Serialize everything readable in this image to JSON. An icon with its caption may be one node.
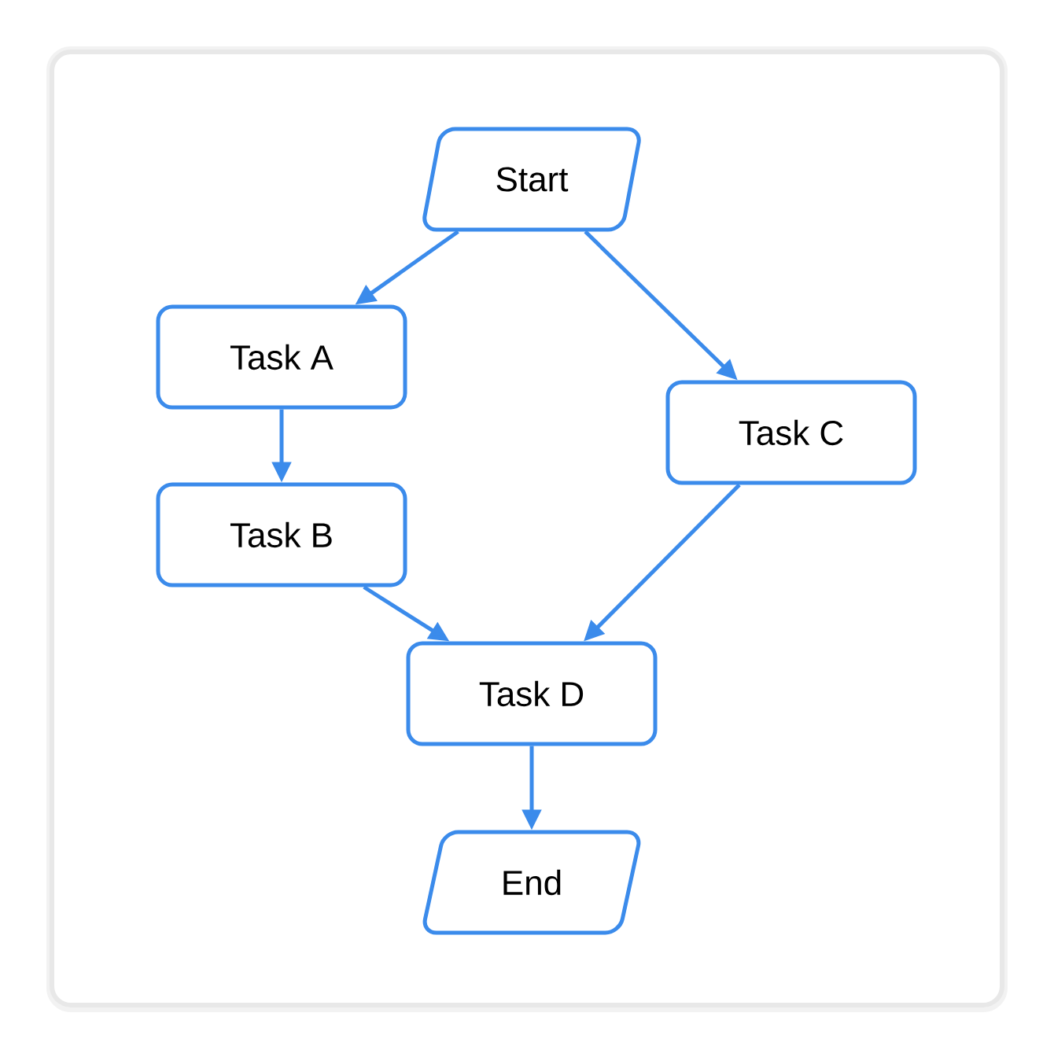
{
  "diagram": {
    "nodes": [
      {
        "text": [
          "Start"
        ]
      },
      {
        "text": [
          "Task A"
        ]
      },
      {
        "text": [
          "Task B"
        ]
      },
      {
        "text": [
          "Task C"
        ]
      },
      {
        "text": [
          "Task D"
        ]
      },
      {
        "text": [
          "End"
        ]
      }
    ],
    "edges": [
      {
        "from": 0,
        "to": 1,
        "arrow": "to"
      },
      {
        "from": 0,
        "to": 3,
        "arrow": "to"
      },
      {
        "from": 1,
        "to": 2,
        "arrow": "to"
      },
      {
        "from": 2,
        "to": 4,
        "arrow": "to"
      },
      {
        "from": 3,
        "to": 4,
        "arrow": "to"
      },
      {
        "from": 4,
        "to": 5,
        "arrow": "to"
      }
    ]
  }
}
